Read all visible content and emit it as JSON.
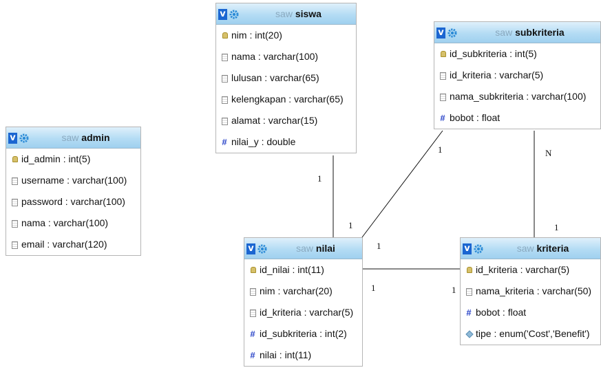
{
  "tables": {
    "admin": {
      "prefix": "saw",
      "name": "admin",
      "columns": [
        {
          "text": "id_admin : int(5)",
          "icon": "key-icon"
        },
        {
          "text": "username : varchar(100)",
          "icon": "column-icon"
        },
        {
          "text": "password : varchar(100)",
          "icon": "column-icon"
        },
        {
          "text": "nama : varchar(100)",
          "icon": "column-icon"
        },
        {
          "text": "email : varchar(120)",
          "icon": "column-icon"
        }
      ]
    },
    "siswa": {
      "prefix": "saw",
      "name": "siswa",
      "columns": [
        {
          "text": "nim : int(20)",
          "icon": "key-icon"
        },
        {
          "text": "nama : varchar(100)",
          "icon": "column-icon"
        },
        {
          "text": "lulusan : varchar(65)",
          "icon": "column-icon"
        },
        {
          "text": "kelengkapan : varchar(65)",
          "icon": "column-icon"
        },
        {
          "text": "alamat : varchar(15)",
          "icon": "column-icon"
        },
        {
          "text": "nilai_y : double",
          "icon": "numeric-icon"
        }
      ]
    },
    "subkriteria": {
      "prefix": "saw",
      "name": "subkriteria",
      "columns": [
        {
          "text": "id_subkriteria : int(5)",
          "icon": "key-icon"
        },
        {
          "text": "id_kriteria : varchar(5)",
          "icon": "column-icon"
        },
        {
          "text": "nama_subkriteria : varchar(100)",
          "icon": "column-icon"
        },
        {
          "text": "bobot : float",
          "icon": "numeric-icon"
        }
      ]
    },
    "nilai": {
      "prefix": "saw",
      "name": "nilai",
      "columns": [
        {
          "text": "id_nilai : int(11)",
          "icon": "key-icon"
        },
        {
          "text": "nim : varchar(20)",
          "icon": "column-icon"
        },
        {
          "text": "id_kriteria : varchar(5)",
          "icon": "column-icon"
        },
        {
          "text": "id_subkriteria : int(2)",
          "icon": "numeric-icon"
        },
        {
          "text": "nilai : int(11)",
          "icon": "numeric-icon"
        }
      ]
    },
    "kriteria": {
      "prefix": "saw",
      "name": "kriteria",
      "columns": [
        {
          "text": "id_kriteria : varchar(5)",
          "icon": "key-icon"
        },
        {
          "text": "nama_kriteria : varchar(50)",
          "icon": "column-icon"
        },
        {
          "text": "bobot : float",
          "icon": "numeric-icon"
        },
        {
          "text": "tipe : enum('Cost','Benefit')",
          "icon": "enum-icon"
        }
      ]
    }
  },
  "relations": {
    "siswa_nilai_top": "1",
    "siswa_nilai_bottom": "1",
    "subkriteria_nilai_top": "1",
    "subkriteria_nilai_bottom": "1",
    "subkriteria_kriteria_top": "N",
    "subkriteria_kriteria_bottom": "1",
    "nilai_kriteria_left": "1",
    "nilai_kriteria_right": "1"
  },
  "colors": {
    "header_gradient_top": "#dff0fb",
    "header_gradient_bottom": "#9fd0ef",
    "v_button": "#1b66d1",
    "numeric_icon": "#2b45c8"
  }
}
